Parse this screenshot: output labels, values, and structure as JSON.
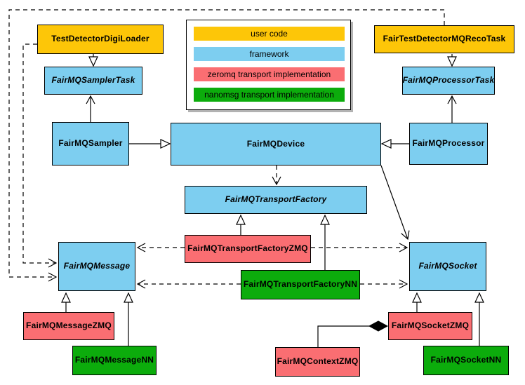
{
  "colors": {
    "user_code": "#FDC608",
    "framework": "#7DCEF0",
    "zeromq": "#FA6E72",
    "nanomsg": "#0CAC0C",
    "line": "#000000",
    "background": "#FFFFFF"
  },
  "legend": {
    "items": [
      {
        "label": "user code",
        "color": "user_code"
      },
      {
        "label": "framework",
        "color": "framework"
      },
      {
        "label": "zeromq transport implementation",
        "color": "zeromq"
      },
      {
        "label": "nanomsg transport implementation",
        "color": "nanomsg"
      }
    ]
  },
  "nodes": {
    "test_detector_digi_loader": {
      "label": "TestDetectorDigiLoader",
      "category": "user_code",
      "abstract": false
    },
    "fair_test_detector_mq_reco_task": {
      "label": "FairTestDetectorMQRecoTask",
      "category": "user_code",
      "abstract": false
    },
    "fair_mq_sampler_task": {
      "label": "FairMQSamplerTask",
      "category": "framework",
      "abstract": true
    },
    "fair_mq_processor_task": {
      "label": "FairMQProcessorTask",
      "category": "framework",
      "abstract": true
    },
    "fair_mq_sampler": {
      "label": "FairMQSampler",
      "category": "framework",
      "abstract": false
    },
    "fair_mq_device": {
      "label": "FairMQDevice",
      "category": "framework",
      "abstract": false
    },
    "fair_mq_processor": {
      "label": "FairMQProcessor",
      "category": "framework",
      "abstract": false
    },
    "fair_mq_transport_factory": {
      "label": "FairMQTransportFactory",
      "category": "framework",
      "abstract": true
    },
    "fair_mq_transport_factory_zmq": {
      "label": "FairMQTransportFactoryZMQ",
      "category": "zeromq",
      "abstract": false
    },
    "fair_mq_transport_factory_nn": {
      "label": "FairMQTransportFactoryNN",
      "category": "nanomsg",
      "abstract": false
    },
    "fair_mq_message": {
      "label": "FairMQMessage",
      "category": "framework",
      "abstract": true
    },
    "fair_mq_socket": {
      "label": "FairMQSocket",
      "category": "framework",
      "abstract": true
    },
    "fair_mq_message_zmq": {
      "label": "FairMQMessageZMQ",
      "category": "zeromq",
      "abstract": false
    },
    "fair_mq_message_nn": {
      "label": "FairMQMessageNN",
      "category": "nanomsg",
      "abstract": false
    },
    "fair_mq_socket_zmq": {
      "label": "FairMQSocketZMQ",
      "category": "zeromq",
      "abstract": false
    },
    "fair_mq_socket_nn": {
      "label": "FairMQSocketNN",
      "category": "nanomsg",
      "abstract": false
    },
    "fair_mq_context_zmq": {
      "label": "FairMQContextZMQ",
      "category": "zeromq",
      "abstract": false
    }
  },
  "edges": [
    {
      "from": "TestDetectorDigiLoader",
      "to": "FairMQSamplerTask",
      "type": "generalization"
    },
    {
      "from": "FairTestDetectorMQRecoTask",
      "to": "FairMQProcessorTask",
      "type": "generalization"
    },
    {
      "from": "FairMQSampler",
      "to": "FairMQSamplerTask",
      "type": "association"
    },
    {
      "from": "FairMQProcessor",
      "to": "FairMQProcessorTask",
      "type": "association"
    },
    {
      "from": "FairMQSampler",
      "to": "FairMQDevice",
      "type": "generalization"
    },
    {
      "from": "FairMQProcessor",
      "to": "FairMQDevice",
      "type": "generalization"
    },
    {
      "from": "FairMQDevice",
      "to": "FairMQTransportFactory",
      "type": "dependency"
    },
    {
      "from": "FairMQDevice",
      "to": "FairMQSocket",
      "type": "association"
    },
    {
      "from": "FairMQTransportFactoryZMQ",
      "to": "FairMQTransportFactory",
      "type": "generalization"
    },
    {
      "from": "FairMQTransportFactoryNN",
      "to": "FairMQTransportFactory",
      "type": "generalization"
    },
    {
      "from": "FairMQTransportFactoryZMQ",
      "to": "FairMQMessage",
      "type": "dependency"
    },
    {
      "from": "FairMQTransportFactoryZMQ",
      "to": "FairMQSocket",
      "type": "dependency"
    },
    {
      "from": "FairMQTransportFactoryNN",
      "to": "FairMQMessage",
      "type": "dependency"
    },
    {
      "from": "FairMQTransportFactoryNN",
      "to": "FairMQSocket",
      "type": "dependency"
    },
    {
      "from": "FairMQMessageZMQ",
      "to": "FairMQMessage",
      "type": "generalization"
    },
    {
      "from": "FairMQMessageNN",
      "to": "FairMQMessage",
      "type": "generalization"
    },
    {
      "from": "FairMQSocketZMQ",
      "to": "FairMQSocket",
      "type": "generalization"
    },
    {
      "from": "FairMQSocketNN",
      "to": "FairMQSocket",
      "type": "generalization"
    },
    {
      "from": "FairMQContextZMQ",
      "to": "FairMQSocketZMQ",
      "type": "composition"
    },
    {
      "from": "TestDetectorDigiLoader",
      "to": "FairMQMessage",
      "type": "dependency"
    },
    {
      "from": "FairTestDetectorMQRecoTask",
      "to": "FairMQMessage",
      "type": "dependency"
    }
  ]
}
